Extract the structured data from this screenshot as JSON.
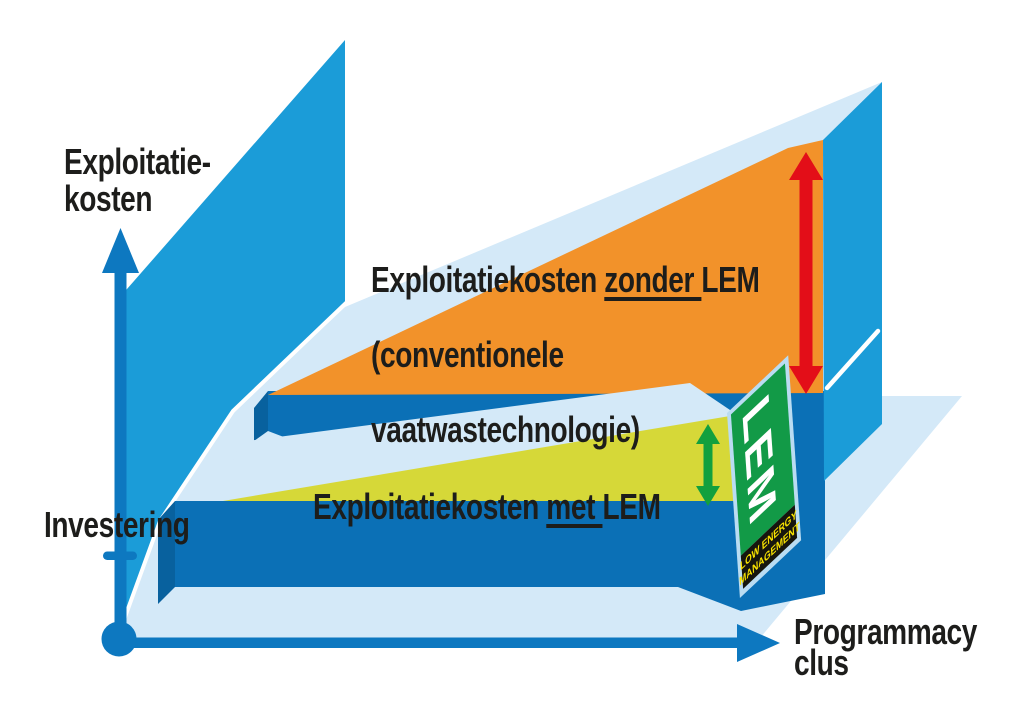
{
  "labels": {
    "y_axis": "Exploitatie-\nkosten",
    "investering": "Investering",
    "x_axis": "Programmacy\nclus",
    "zonder": {
      "prefix": "Exploitatiekosten ",
      "underlined": "zonder ",
      "suffix": "LEM",
      "line2": "(conventionele",
      "line3": "vaatwastechnologie)"
    },
    "met": {
      "prefix": "Exploitatiekosten ",
      "underlined": "met ",
      "suffix": "LEM"
    }
  },
  "lem_panel": {
    "title": "LEM",
    "subtitle_line1": "LOW ENERGY",
    "subtitle_line2": "MANAGEMENT"
  },
  "colors": {
    "bright_blue": "#1b9cd8",
    "pale_blue": "#d4e9f8",
    "box_blue": "#0b70b6",
    "box_side_blue": "#08619e",
    "axis_blue": "#0d78c0",
    "orange": "#f2922a",
    "yellow": "#d6d838",
    "red": "#e30e18",
    "green": "#12a03e",
    "lem_green": "#129a47",
    "lem_border": "#badcf2",
    "lem_black": "#16160e",
    "lem_yellow": "#f9e300",
    "white": "#ffffff",
    "text": "#1d1d1b"
  }
}
